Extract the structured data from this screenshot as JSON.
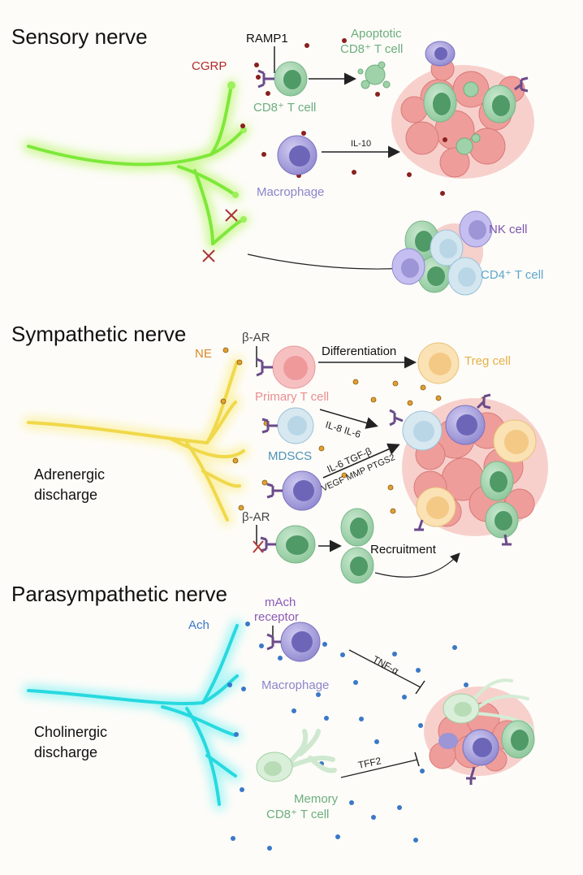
{
  "sections": {
    "sensory": {
      "title": "Sensory nerve",
      "ligand": "CGRP",
      "receptor": "RAMP1",
      "cd8_label": "CD8⁺ T cell",
      "apoptotic_line1": "Apoptotic",
      "apoptotic_line2": "CD8⁺ T cell",
      "macrophage_label": "Macrophage",
      "il10_label": "IL-10",
      "nk_label": "NK cell",
      "cd4_label": "CD4⁺ T cell"
    },
    "sympathetic": {
      "title": "Sympathetic nerve",
      "receptor": "β-AR",
      "receptor2": "β-AR",
      "ligand": "NE",
      "differentiation_label": "Differentiation",
      "treg_label": "Treg cell",
      "primary_label": "Primary T cell",
      "il8_il6_label": "IL-8 IL-6",
      "mdscs_label": "MDSCS",
      "il6_tgf_label": "IL-6 TGF-β",
      "vegf_label": "VEGF MMP PTGS2",
      "recruitment_label": "Recruitment",
      "discharge_line1": "Adrenergic",
      "discharge_line2": "discharge"
    },
    "parasympathetic": {
      "title": "Parasympathetic nerve",
      "ligand": "Ach",
      "receptor_line1": "mAch",
      "receptor_line2": "receptor",
      "macrophage_label": "Macrophage",
      "tnf_label": "TNF-α",
      "tff2_label": "TFF2",
      "memory_line1": "Memory",
      "memory_line2": "CD8⁺ T cell",
      "discharge_line1": "Cholinergic",
      "discharge_line2": "discharge"
    }
  },
  "colors": {
    "sensory_nerve": "#7cf03c",
    "sympathetic_nerve": "#f2e15a",
    "parasympathetic_nerve": "#35e3e8",
    "cgrp": "#b02a2a",
    "ne": "#d9a02a",
    "ach": "#3a78c8",
    "cd8_green": "#6cae7e",
    "macrophage": "#9c95d6",
    "receptor": "#6a4b8a",
    "tumor": "#ec9c9a",
    "treg": "#f5d08c",
    "primary_t": "#f0a4a6",
    "mdsc": "#b8d6e6"
  }
}
